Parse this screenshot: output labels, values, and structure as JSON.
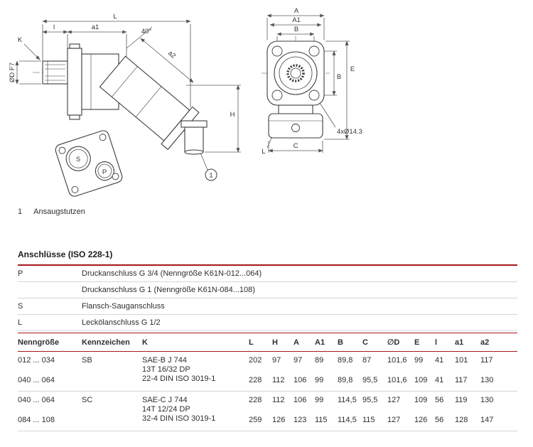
{
  "colors": {
    "accent": "#a8181c",
    "rule": "#d6d6d6",
    "text": "#2e2e2e"
  },
  "drawings": {
    "side_view": {
      "dim_L": "L",
      "dim_l": "l",
      "dim_a1": "a1",
      "dim_angle": "40°",
      "dim_K": "K",
      "dim_shaft_dia": "ØD F7",
      "dim_a2": "a2",
      "dim_H": "H",
      "callout": "1",
      "port_S": "S",
      "port_P": "P"
    },
    "front_view": {
      "dim_A": "A",
      "dim_A1": "A1",
      "dim_B_top": "B",
      "dim_B_side": "B",
      "dim_E": "E",
      "dim_C": "C",
      "dim_L": "L",
      "dim_bolts": "4xØ14.3"
    },
    "legend": {
      "num": "1",
      "label": "Ansaugstutzen"
    }
  },
  "connections": {
    "title": "Anschlüsse (ISO 228-1)",
    "rows": [
      {
        "key": "P",
        "desc": "Druckanschluss G 3/4 (Nenngröße K61N-012...064)"
      },
      {
        "key": "",
        "desc": "Druckanschluss G 1 (Nenngröße K61N-084...108)"
      },
      {
        "key": "S",
        "desc": "Flansch-Sauganschluss"
      },
      {
        "key": "L",
        "desc": "Leckölanschluss G 1/2"
      }
    ]
  },
  "dim_table": {
    "headers": [
      "Nenngröße",
      "Kennzeichen",
      "K",
      "L",
      "H",
      "A",
      "A1",
      "B",
      "C",
      "∅D",
      "E",
      "l",
      "a1",
      "a2"
    ],
    "groups": [
      {
        "kennzeichen": "SB",
        "k_lines": [
          "SAE-B J 744",
          "13T 16/32 DP",
          "22-4 DIN ISO 3019-1"
        ],
        "rows": [
          {
            "nenngroesse": "012 ... 034",
            "values": [
              "202",
              "97",
              "97",
              "89",
              "89,8",
              "87",
              "101,6",
              "99",
              "41",
              "101",
              "117"
            ]
          },
          {
            "nenngroesse": "040 ... 064",
            "values": [
              "228",
              "112",
              "106",
              "99",
              "89,8",
              "95,5",
              "101,6",
              "109",
              "41",
              "117",
              "130"
            ]
          }
        ]
      },
      {
        "kennzeichen": "SC",
        "k_lines": [
          "SAE-C J 744",
          "14T 12/24 DP",
          "32-4 DIN ISO 3019-1"
        ],
        "rows": [
          {
            "nenngroesse": "040 ... 064",
            "values": [
              "228",
              "112",
              "106",
              "99",
              "114,5",
              "95,5",
              "127",
              "109",
              "56",
              "119",
              "130"
            ]
          },
          {
            "nenngroesse": "084 ... 108",
            "values": [
              "259",
              "126",
              "123",
              "115",
              "114,5",
              "115",
              "127",
              "126",
              "56",
              "128",
              "147"
            ]
          }
        ]
      }
    ]
  }
}
